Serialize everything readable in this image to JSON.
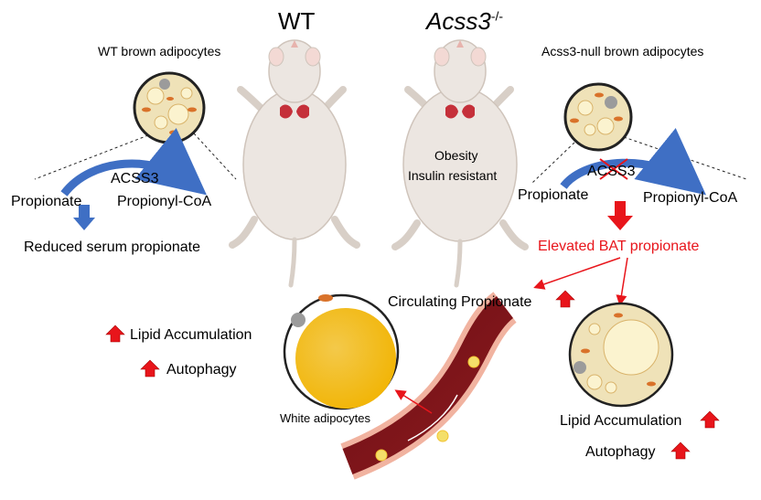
{
  "headers": {
    "wt": "WT",
    "ko_italic": "Acss3",
    "ko_sup": "-/-"
  },
  "wt": {
    "panel_title": "WT brown adipocytes",
    "enzyme": "ACSS3",
    "substrate": "Propionate",
    "product": "Propionyl-CoA",
    "outcome": "Reduced serum propionate"
  },
  "ko": {
    "panel_title": "Acss3-null brown adipocytes",
    "enzyme": "ACSS3",
    "substrate": "Propionate",
    "product": "Propionyl-CoA",
    "outcome": "Elevated BAT propionate",
    "phenotype_1": "Obesity",
    "phenotype_2": "Insulin resistant"
  },
  "bottom": {
    "circulating": "Circulating Propionate",
    "white_label": "White adipocytes",
    "left_lipid": "Lipid Accumulation",
    "left_autophagy": "Autophagy",
    "right_lipid": "Lipid Accumulation",
    "right_autophagy": "Autophagy"
  },
  "colors": {
    "up_arrow": "#e8151b",
    "blue_arrow": "#3f6fc4",
    "brown_cell": "#efe2b8",
    "white_fat": "#f4b800",
    "vessel": "#7a1318"
  }
}
